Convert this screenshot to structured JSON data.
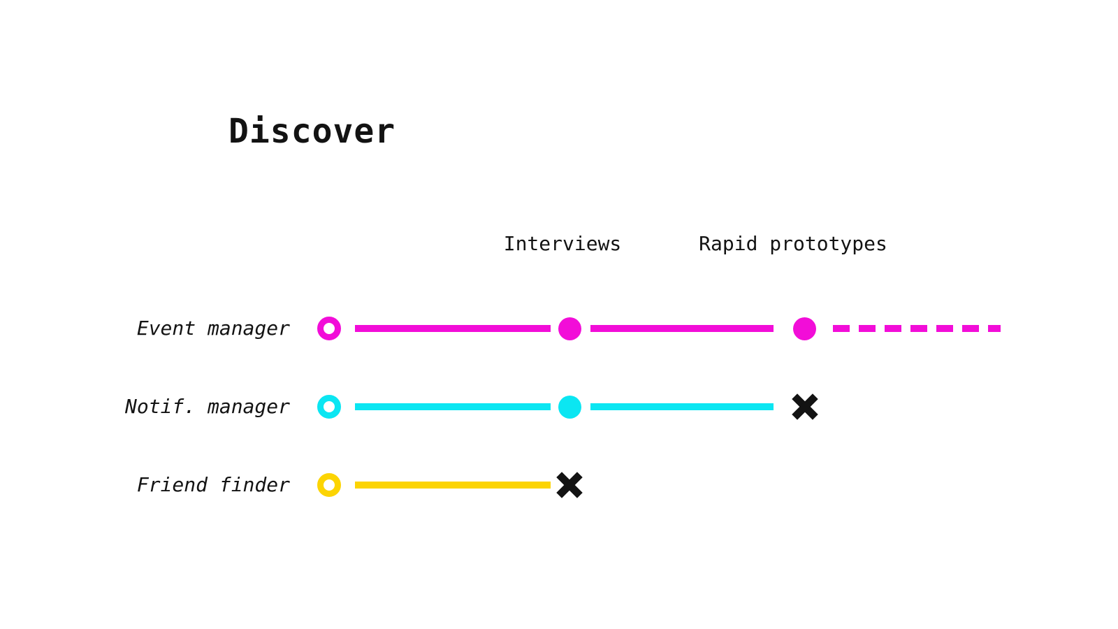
{
  "title": "Discover",
  "columns": [
    {
      "label": "Interviews"
    },
    {
      "label": "Rapid prototypes"
    }
  ],
  "rows": [
    {
      "label": "Event manager",
      "color": "#F20DD8",
      "start": "open-circle",
      "interviews": "passed-dot",
      "rapid_prototypes": "passed-dot",
      "after": "continuing-dashed-line"
    },
    {
      "label": "Notif. manager",
      "color": "#0BE6F2",
      "start": "open-circle",
      "interviews": "passed-dot",
      "rapid_prototypes": "killed-x"
    },
    {
      "label": "Friend finder",
      "color": "#FCD403",
      "start": "open-circle",
      "interviews": "killed-x"
    }
  ],
  "colors": {
    "background": "#FFFFFF",
    "text": "#131313",
    "killed_x": "#131313",
    "event_manager": "#F20DD8",
    "notif_manager": "#0BE6F2",
    "friend_finder": "#FCD403"
  }
}
